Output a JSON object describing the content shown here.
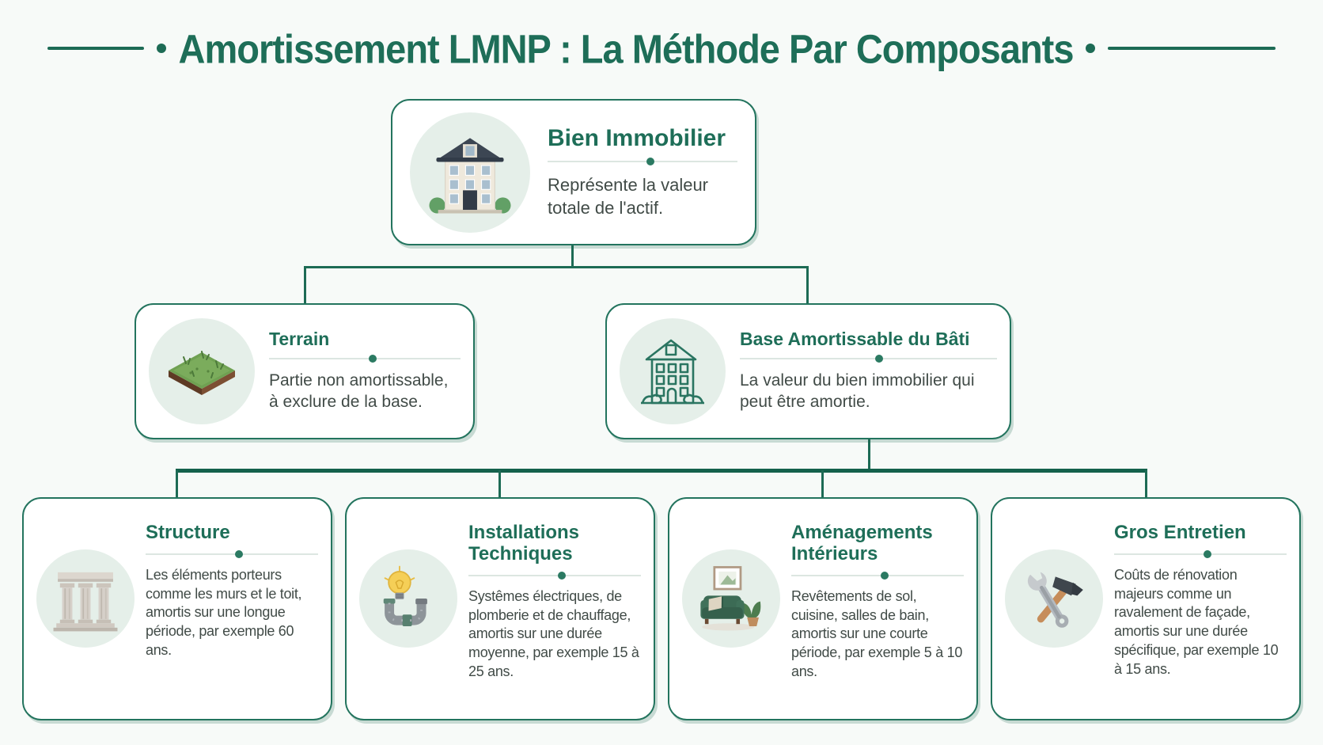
{
  "title": {
    "text": "Amortissement LMNP : La Méthode Par Composants"
  },
  "colors": {
    "accent_green": "#1e6e58",
    "connector_green": "#1d6b55",
    "thick_connector_green": "#14614c",
    "card_border": "#23745e",
    "card_background": "#ffffff",
    "page_background": "#f7faf8",
    "icon_circle_background": "#e5efe9",
    "body_text": "#414b47",
    "divider_line": "#dce6e1",
    "divider_dot": "#2b7a62"
  },
  "nodes": {
    "root": {
      "title": "Bien Immobilier",
      "description": "Représente la valeur totale de l'actif.",
      "icon": "building-icon"
    },
    "level2": [
      {
        "title": "Terrain",
        "description": "Partie non amortissable, à exclure de la base.",
        "icon": "land-plot-icon"
      },
      {
        "title": "Base Amortissable du Bâti",
        "description": "La valeur du bien immobilier qui peut être amortie.",
        "icon": "building-outline-icon"
      }
    ],
    "level3": [
      {
        "title": "Structure",
        "description": "Les éléments porteurs comme les murs et le toit, amortis sur une longue période, par exemple 60 ans.",
        "icon": "columns-icon"
      },
      {
        "title": "Installations Techniques",
        "description": "Systêmes électriques, de plomberie et de chauffage, amortis sur une durée moyenne, par exemple 15 à 25 ans.",
        "icon": "bulb-pipes-icon"
      },
      {
        "title": "Aménagements Intérieurs",
        "description": "Revêtements de sol, cuisine, salles de bain, amortis sur une courte période, par exemple 5 à 10 ans.",
        "icon": "sofa-icon"
      },
      {
        "title": "Gros Entretien",
        "description": "Coûts de rénovation majeurs comme un ravalement de façade, amortis sur une durée spécifique, par exemple 10 à 15 ans.",
        "icon": "tools-icon"
      }
    ]
  }
}
